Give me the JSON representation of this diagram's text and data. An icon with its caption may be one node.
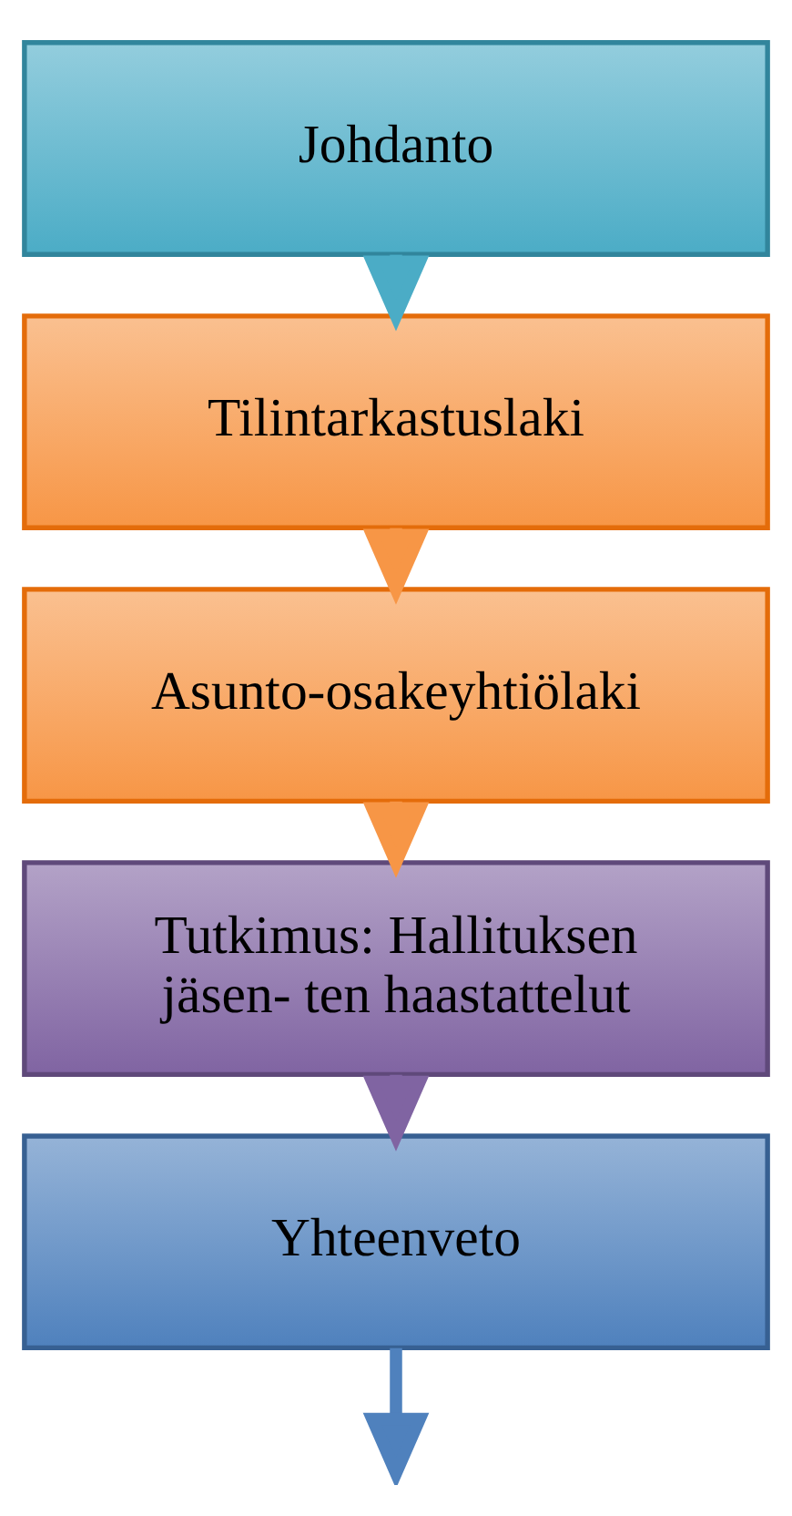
{
  "diagram": {
    "nodes": [
      {
        "text": [
          "Johdanto"
        ]
      },
      {
        "text": [
          "Tilintarkastuslaki"
        ]
      },
      {
        "text": [
          "Asunto-osakeyhtiölaki"
        ]
      },
      {
        "text": [
          "Tutkimus: Hallituksen jäsen- ten haastattelut"
        ]
      },
      {
        "text": [
          "Yhteenveto"
        ]
      }
    ],
    "edges": [
      {
        "from": 0,
        "to": 1,
        "arrow": "to",
        "color": "#4bacc6"
      },
      {
        "from": 1,
        "to": 2,
        "arrow": "to",
        "color": "#f79646"
      },
      {
        "from": 2,
        "to": 3,
        "arrow": "to",
        "color": "#f79646"
      },
      {
        "from": 3,
        "to": 4,
        "arrow": "to",
        "color": "#8064a2"
      },
      {
        "from": 4,
        "to": null,
        "arrow": "to",
        "color": "#4f81bd"
      }
    ]
  }
}
